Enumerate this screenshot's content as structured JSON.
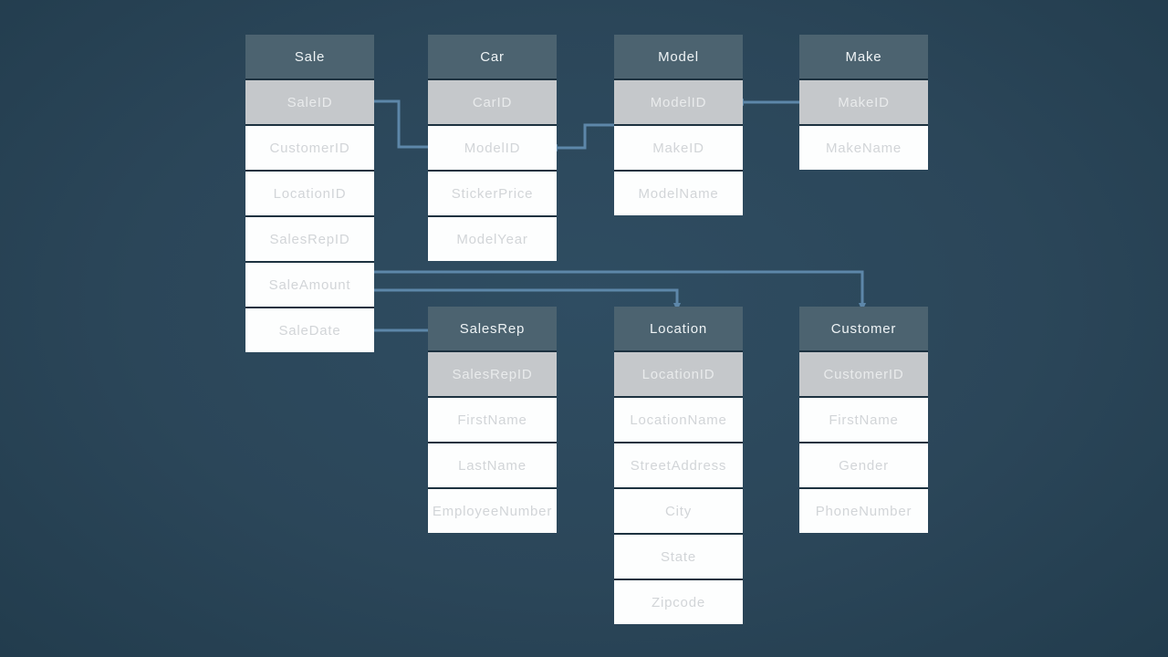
{
  "diagram": {
    "kind": "entity-relationship-diagram",
    "colors": {
      "background": "#2b4659",
      "table_header": "#4c6370",
      "primary_key_row": "#c5c8cb",
      "row_background": "#fdfefe",
      "row_text": "#d2d5d8",
      "header_text": "#eef3f5",
      "connector_line": "#5d87a9"
    },
    "tables": {
      "sale": {
        "title": "Sale",
        "primary_key": "SaleID",
        "fields": [
          "SaleID",
          "CustomerID",
          "LocationID",
          "SalesRepID",
          "SaleAmount",
          "SaleDate"
        ]
      },
      "car": {
        "title": "Car",
        "primary_key": "CarID",
        "fields": [
          "CarID",
          "ModelID",
          "StickerPrice",
          "ModelYear"
        ]
      },
      "model": {
        "title": "Model",
        "primary_key": "ModelID",
        "fields": [
          "ModelID",
          "MakeID",
          "ModelName"
        ]
      },
      "make": {
        "title": "Make",
        "primary_key": "MakeID",
        "fields": [
          "MakeID",
          "MakeName"
        ]
      },
      "salesrep": {
        "title": "SalesRep",
        "primary_key": "SalesRepID",
        "fields": [
          "SalesRepID",
          "FirstName",
          "LastName",
          "EmployeeNumber"
        ]
      },
      "location": {
        "title": "Location",
        "primary_key": "LocationID",
        "fields": [
          "LocationID",
          "LocationName",
          "StreetAddress",
          "City",
          "State",
          "Zipcode"
        ]
      },
      "customer": {
        "title": "Customer",
        "primary_key": "CustomerID",
        "fields": [
          "CustomerID",
          "FirstName",
          "Gender",
          "PhoneNumber"
        ]
      }
    },
    "relationships": [
      {
        "from": "Sale.SaleID",
        "to": "Car.ModelID"
      },
      {
        "from": "Car.ModelID",
        "to": "Model.ModelID"
      },
      {
        "from": "Make.MakeID",
        "to": "Model.ModelID"
      },
      {
        "from": "Sale.SaleAmount",
        "to": "Customer (header)"
      },
      {
        "from": "Sale.SaleAmount",
        "to": "Location (header)"
      },
      {
        "from": "Sale.SaleDate",
        "to": "SalesRep (header)"
      }
    ]
  }
}
